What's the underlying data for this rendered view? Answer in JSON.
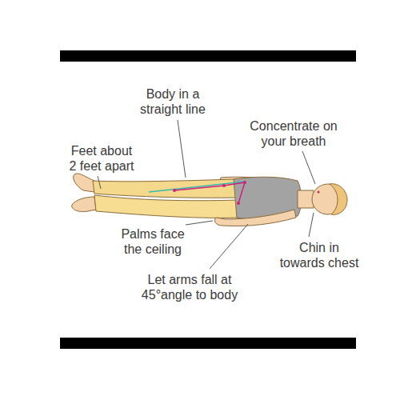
{
  "diagram": {
    "labels": [
      "Body in a straight line",
      "Concentrate on your breath",
      "Feet about 2 feet apart",
      "Palms face the ceiling",
      "Chin in towards chest",
      "Let arms fall at 45°angle to body"
    ]
  }
}
